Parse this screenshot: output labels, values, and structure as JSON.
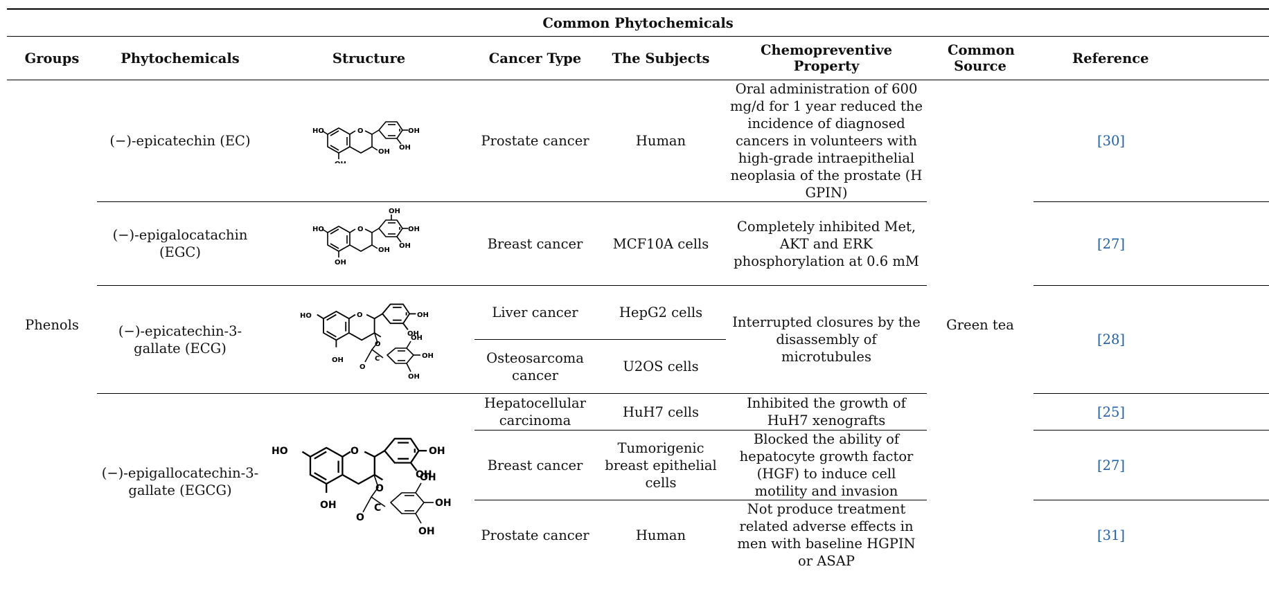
{
  "table": {
    "caption": "Common Phytochemicals",
    "headers": {
      "groups": "Groups",
      "phytochemicals": "Phytochemicals",
      "structure": "Structure",
      "cancer_type": "Cancer Type",
      "subjects": "The Subjects",
      "property": "Chemopreventive Property",
      "source": "Common Source",
      "reference": "Reference"
    },
    "group": "Phenols",
    "source": "Green tea",
    "rows": [
      {
        "phytochemical": "(−)-epicatechin (EC)",
        "entries": [
          {
            "cancer_type": "Prostate cancer",
            "subjects": "Human",
            "property": "Oral administration of 600 mg/d for 1 year reduced the incidence of diagnosed cancers in volunteers with high-grade intraepithelial neoplasia of the prostate (H GPIN)",
            "reference": "[30]"
          }
        ]
      },
      {
        "phytochemical": "(−)-epigalocatachin (EGC)",
        "entries": [
          {
            "cancer_type": "Breast cancer",
            "subjects": "MCF10A cells",
            "property": "Completely inhibited Met, AKT and ERK phosphorylation at 0.6 mM",
            "reference": "[27]"
          }
        ]
      },
      {
        "phytochemical": "(−)-epicatechin-3-gallate (ECG)",
        "property": "Interrupted closures by the disassembly of microtubules",
        "reference": "[28]",
        "entries": [
          {
            "cancer_type": "Liver cancer",
            "subjects": "HepG2 cells"
          },
          {
            "cancer_type": "Osteosarcoma cancer",
            "subjects": "U2OS cells"
          }
        ]
      },
      {
        "phytochemical": "(−)-epigallocatechin-3-gallate (EGCG)",
        "entries": [
          {
            "cancer_type": "Hepatocellular carcinoma",
            "subjects": "HuH7 cells",
            "property": "Inhibited the growth of HuH7 xenografts",
            "reference": "[25]"
          },
          {
            "cancer_type": "Breast cancer",
            "subjects": "Tumorigenic breast epithelial cells",
            "property": "Blocked the ability of hepatocyte growth factor (HGF) to induce cell motility and invasion",
            "reference": "[27]"
          },
          {
            "cancer_type": "Prostate cancer",
            "subjects": "Human",
            "property": "Not produce treatment related adverse effects in men with baseline HGPIN or ASAP",
            "reference": "[31]"
          }
        ]
      }
    ],
    "structure_labels": {
      "hydroxyl": "OH",
      "hydroxyl_left": "HO",
      "carbonyl": "O",
      "ring_oxygen": "O",
      "carbon": "C"
    }
  }
}
